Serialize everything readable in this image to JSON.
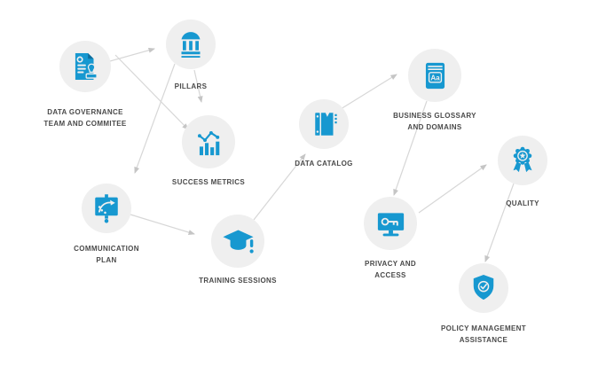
{
  "diagram": {
    "type": "flow-diagram",
    "accent_color": "#1798d0",
    "node_circle_color": "#efefef",
    "connector_color": "#d7d7d7",
    "arrowhead_color": "#c5c5c5",
    "label_color": "#4a4a4a",
    "nodes": [
      {
        "id": "data-governance-team",
        "icon": "document-stamp-icon",
        "label_lines": [
          "DATA GOVERNANCE",
          "TEAM AND COMMITEE"
        ]
      },
      {
        "id": "pillars",
        "icon": "bank-pillars-icon",
        "label_lines": [
          "PILLARS"
        ]
      },
      {
        "id": "success-metrics",
        "icon": "bar-chart-icon",
        "label_lines": [
          "SUCCESS METRICS"
        ]
      },
      {
        "id": "communication-plan",
        "icon": "presentation-strategy-icon",
        "label_lines": [
          "COMMUNICATION",
          "PLAN"
        ]
      },
      {
        "id": "training-sessions",
        "icon": "graduation-cap-icon",
        "label_lines": [
          "TRAINING SESSIONS"
        ]
      },
      {
        "id": "data-catalog",
        "icon": "catalog-binder-icon",
        "label_lines": [
          "DATA CATALOG"
        ]
      },
      {
        "id": "business-glossary",
        "icon": "glossary-book-icon",
        "label_lines": [
          "BUSINESS GLOSSARY",
          "AND DOMAINS"
        ]
      },
      {
        "id": "privacy-access",
        "icon": "key-monitor-icon",
        "label_lines": [
          "PRIVACY AND",
          "ACCESS"
        ]
      },
      {
        "id": "quality",
        "icon": "award-ribbon-icon",
        "label_lines": [
          "QUALITY"
        ]
      },
      {
        "id": "policy-management",
        "icon": "shield-check-icon",
        "label_lines": [
          "POLICY MANAGEMENT",
          "ASSISTANCE"
        ]
      }
    ],
    "edges": [
      {
        "from": "data-governance-team",
        "to": "pillars"
      },
      {
        "from": "pillars",
        "to": "success-metrics"
      },
      {
        "from": "data-governance-team",
        "to": "success-metrics"
      },
      {
        "from": "pillars",
        "to": "communication-plan"
      },
      {
        "from": "communication-plan",
        "to": "training-sessions"
      },
      {
        "from": "training-sessions",
        "to": "data-catalog"
      },
      {
        "from": "data-catalog",
        "to": "business-glossary"
      },
      {
        "from": "business-glossary",
        "to": "privacy-access"
      },
      {
        "from": "privacy-access",
        "to": "quality"
      },
      {
        "from": "quality",
        "to": "policy-management"
      }
    ]
  }
}
